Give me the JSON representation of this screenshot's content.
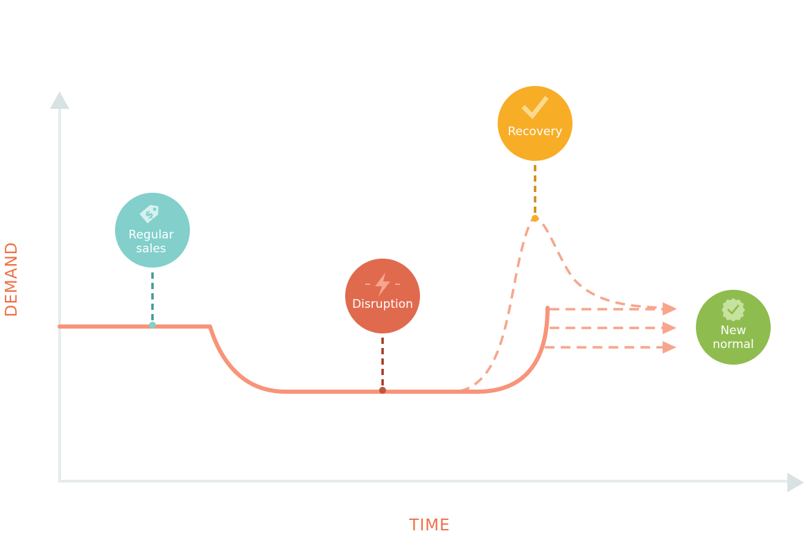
{
  "axes": {
    "y_label": "DEMAND",
    "x_label": "TIME"
  },
  "nodes": {
    "regular_sales": {
      "line1": "Regular",
      "line2": "sales",
      "icon": "price-tag-dollar-icon",
      "color": "#82CFCB"
    },
    "disruption": {
      "label": "Disruption",
      "icon": "lightning-bolt-icon",
      "color": "#E06A4E"
    },
    "recovery": {
      "label": "Recovery",
      "icon": "checkmark-icon",
      "color": "#F8AD26"
    },
    "new_normal": {
      "line1": "New",
      "line2": "normal",
      "icon": "verified-badge-icon",
      "color": "#8FBC4F"
    }
  },
  "colors": {
    "axis": "#D8E2E2",
    "axis_label": "#EE7148",
    "demand_line": "#F79479",
    "dashed_line": "#F7A58C",
    "connector_regular": "#3E9C96",
    "connector_disruption": "#A53A27",
    "connector_recovery": "#D08A12"
  }
}
